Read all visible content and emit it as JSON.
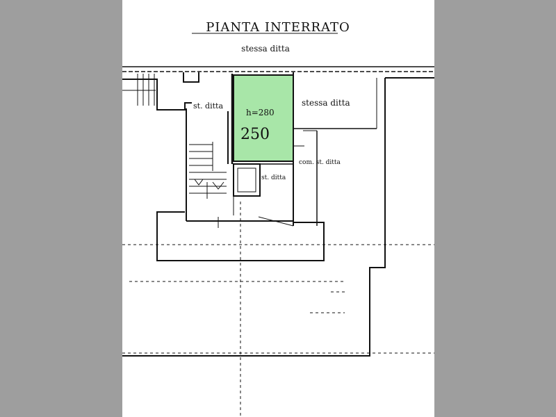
{
  "title": "PIANTA INTERRATO",
  "subtitle": "stessa ditta",
  "labels": {
    "left_neighbor": "st. ditta",
    "right_neighbor": "stessa ditta",
    "height": "h=280",
    "unit_number": "250",
    "small_room": "st. ditta",
    "common_area": "com. st. ditta"
  },
  "colors": {
    "page_bg": "#9e9e9e",
    "sheet_bg": "#ffffff",
    "highlight": "#a8e6a8",
    "line": "#111111"
  }
}
